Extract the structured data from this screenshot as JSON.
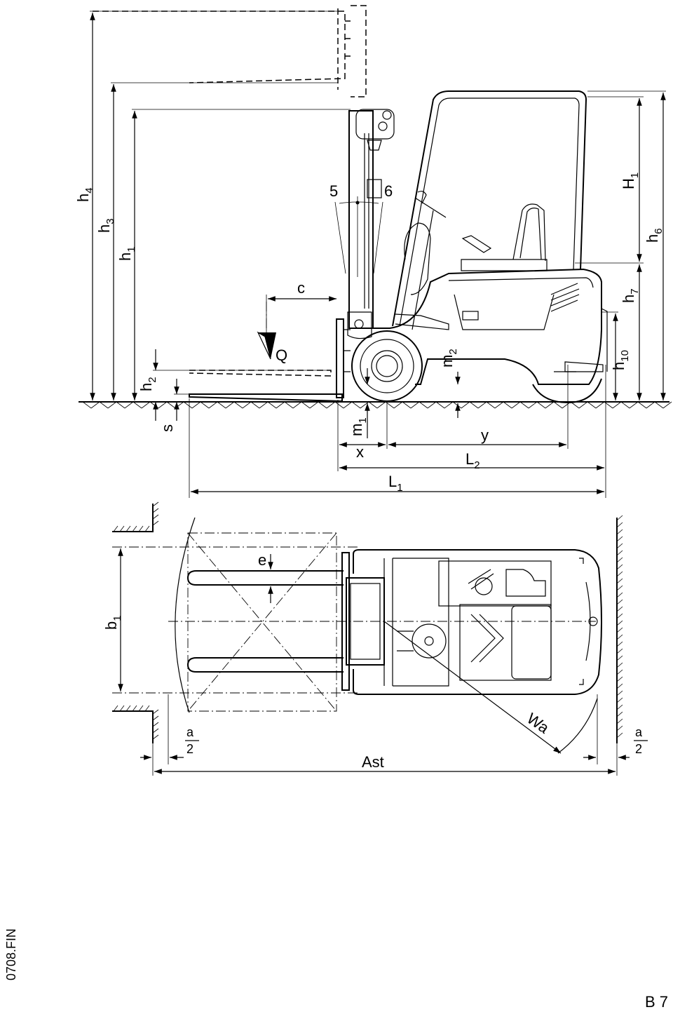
{
  "labels": {
    "h4": "h",
    "h4_sub": "4",
    "h3": "h",
    "h3_sub": "3",
    "h1": "h",
    "h1_sub": "1",
    "h2": "h",
    "h2_sub": "2",
    "s": "s",
    "c": "c",
    "Q": "Q",
    "five": "5",
    "six": "6",
    "m2": "m",
    "m2_sub": "2",
    "m1": "m",
    "m1_sub": "1",
    "x": "x",
    "y": "y",
    "L2": "L",
    "L2_sub": "2",
    "L1": "L",
    "L1_sub": "1",
    "H1": "H",
    "H1_sub": "1",
    "h6": "h",
    "h6_sub": "6",
    "h7": "h",
    "h7_sub": "7",
    "h10": "h",
    "h10_sub": "10",
    "b1": "b",
    "b1_sub": "1",
    "e": "e",
    "Wa": "Wa",
    "a_left_num": "a",
    "a_left_den": "2",
    "a_right_num": "a",
    "a_right_den": "2",
    "Ast": "Ast"
  },
  "footer": {
    "drawing_code": "0708.FIN",
    "page_ref": "B 7"
  }
}
